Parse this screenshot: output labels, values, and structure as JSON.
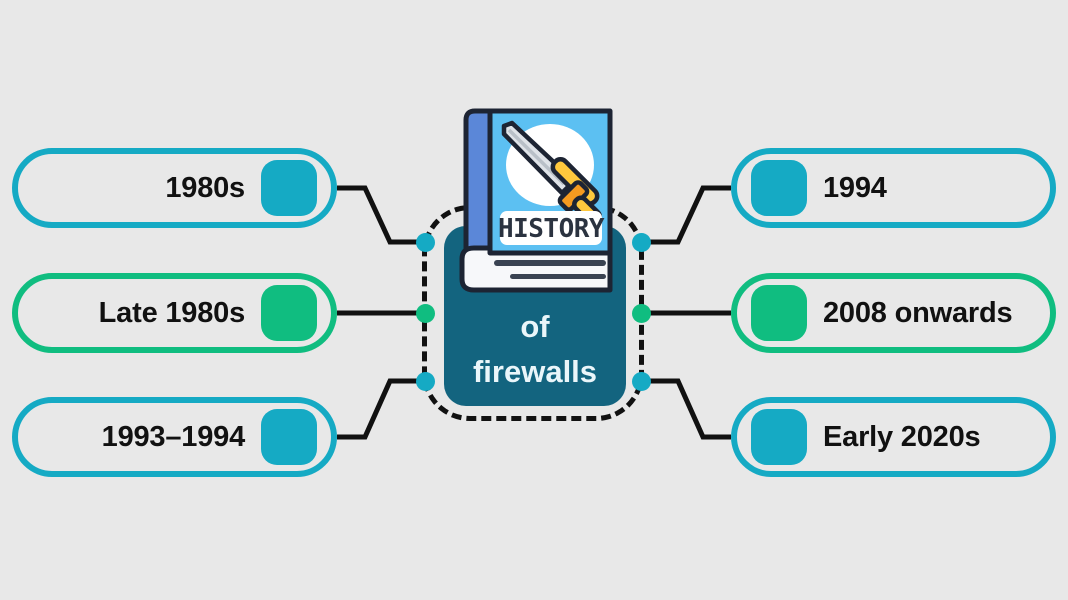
{
  "diagram": {
    "title": "History of firewalls mind map",
    "background_color": "#e8e8e8",
    "center": {
      "line1": "of",
      "line2": "firewalls",
      "book_cover_text": "HISTORY",
      "node_color": "#13647f",
      "text_color": "#eaf6fa",
      "border_style": "dashed",
      "border_color": "#111111"
    },
    "colors": {
      "teal": "#15aac4",
      "green": "#10bd80",
      "dark_teal": "#13647f",
      "text": "#111111",
      "connector": "#111111"
    },
    "branches": {
      "left": [
        {
          "label": "1980s",
          "color": "#15aac4",
          "accent": "teal"
        },
        {
          "label": "Late 1980s",
          "color": "#10bd80",
          "accent": "green"
        },
        {
          "label": "1993–1994",
          "color": "#15aac4",
          "accent": "teal"
        }
      ],
      "right": [
        {
          "label": "1994",
          "color": "#15aac4",
          "accent": "teal"
        },
        {
          "label": "2008 onwards",
          "color": "#10bd80",
          "accent": "green"
        },
        {
          "label": "Early 2020s",
          "color": "#15aac4",
          "accent": "teal"
        }
      ]
    },
    "anchor_dots": [
      {
        "side": "left",
        "accent": "teal"
      },
      {
        "side": "left",
        "accent": "green"
      },
      {
        "side": "left",
        "accent": "teal"
      },
      {
        "side": "right",
        "accent": "teal"
      },
      {
        "side": "right",
        "accent": "green"
      },
      {
        "side": "right",
        "accent": "teal"
      }
    ]
  }
}
